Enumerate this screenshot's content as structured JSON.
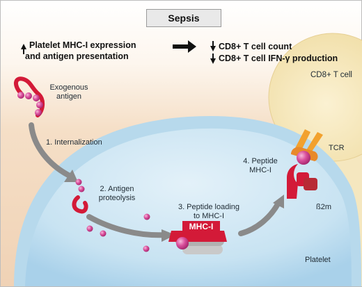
{
  "title": "Sepsis",
  "effects": {
    "left_lines": [
      "Platelet MHC-I expression",
      "and antigen presentation"
    ],
    "right_lines": [
      "CD8+ T cell count",
      "CD8+ T cell IFN-γ production"
    ],
    "left_arrow": "up",
    "right_arrows": [
      "down",
      "down"
    ]
  },
  "labels": {
    "antigen": [
      "Exogenous",
      "antigen"
    ],
    "step1": "1. Internalization",
    "step2": [
      "2. Antigen",
      "proteolysis"
    ],
    "step3": [
      "3. Peptide loading",
      "to MHC-I"
    ],
    "step4": [
      "4. Peptide",
      "MHC-I"
    ],
    "mhc_box": "MHC-I",
    "tcell": "CD8+ T cell",
    "tcr": "TCR",
    "b2m": "ß2m",
    "platelet": "Platelet"
  },
  "colors": {
    "red": "#d31a38",
    "magenta": "#c8327e",
    "gray_arrow": "#8a8a8a",
    "tcell_fill": "#f3e2b2",
    "tcr": "#f2a12e",
    "platelet": "#c6e1f0"
  }
}
